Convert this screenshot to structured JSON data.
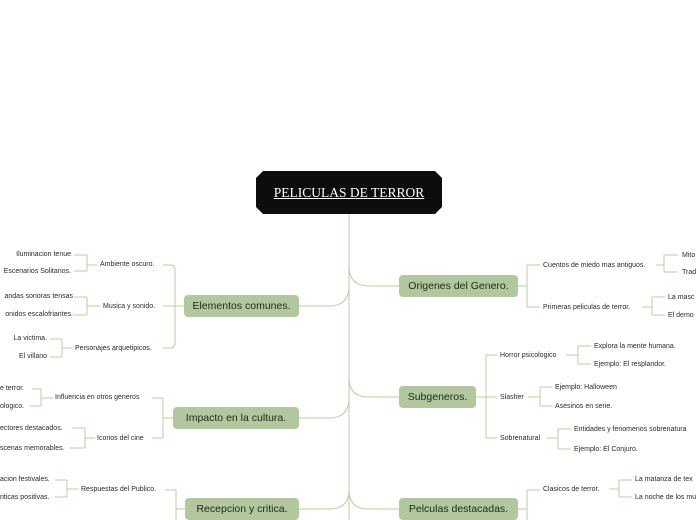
{
  "root": {
    "title": "PELICULAS DE TERROR"
  },
  "left": {
    "elementos": {
      "label": "Elementos comunes.",
      "sub": [
        {
          "label": "Ambiente oscuro.",
          "items": [
            "Iluminacion tenue",
            "Escenarios Solitarios."
          ]
        },
        {
          "label": "Musica y sonido.",
          "items": [
            "andas sonoras tensas",
            "onidos escalofriantes."
          ]
        },
        {
          "label": "Personajes arquetipicos.",
          "items": [
            "La victima.",
            "El villano"
          ]
        }
      ]
    },
    "impacto": {
      "label": "Impacto en la cultura.",
      "sub": [
        {
          "label": "Influencia en otros generos",
          "items": [
            "e terror.",
            "ologico."
          ]
        },
        {
          "label": "Iconos del cine",
          "items": [
            "ectores destacados.",
            "scenas memorables."
          ]
        }
      ]
    },
    "recepcion": {
      "label": "Recepcion y critica.",
      "sub": [
        {
          "label": "Respuestas del Publico.",
          "items": [
            "acion festivales.",
            "riticas positivas."
          ]
        }
      ]
    }
  },
  "right": {
    "origenes": {
      "label": "Origenes del Genero.",
      "sub": [
        {
          "label": "Cuentos de miedo mas antiguos.",
          "items": [
            "Mito",
            "Trad"
          ]
        },
        {
          "label": "Primeras peliculas de terror.",
          "items": [
            "La masc",
            "El demo"
          ]
        }
      ]
    },
    "subgeneros": {
      "label": "Subgeneros.",
      "sub": [
        {
          "label": "Horror psicologico",
          "items": [
            "Explora la mente humana.",
            "Ejemplo: El resplandor."
          ]
        },
        {
          "label": "Slasher",
          "items": [
            "Ejemplo: Halloween",
            "Asesinos en serie."
          ]
        },
        {
          "label": "Sobrenatural",
          "items": [
            "Entidades y fenomenos sobrenatura",
            "Ejemplo: El Conjuro."
          ]
        }
      ]
    },
    "destacadas": {
      "label": "Pelculas destacadas.",
      "sub": [
        {
          "label": "Clasicos de terror.",
          "items": [
            "La matanza de tex",
            "La noche de los mu"
          ]
        }
      ]
    }
  }
}
